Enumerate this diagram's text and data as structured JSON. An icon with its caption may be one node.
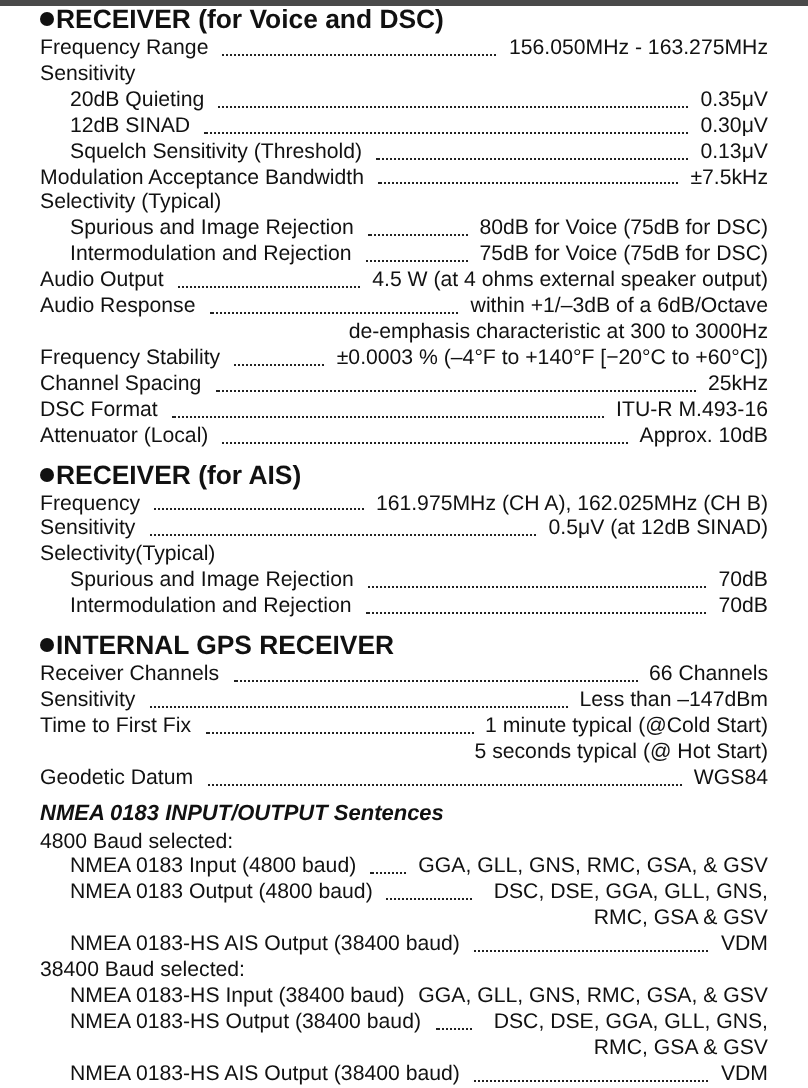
{
  "diagram": {
    "labels": [
      "RECEIVER (for Voice and DSC)",
      "Frequency Range",
      "156.050MHz - 163.275MHz",
      "Sensitivity",
      "20dB Quieting",
      "0.35μV",
      "12dB SINAD",
      "0.30μV",
      "Squelch Sensitivity (Threshold)",
      "0.13μV",
      "Modulation Acceptance Bandwidth",
      "±7.5kHz",
      "Selectivity (Typical)",
      "Spurious and Image Rejection",
      "80dB for Voice (75dB for DSC)",
      "Intermodulation and Rejection",
      "75dB for Voice (75dB for DSC)",
      "Audio Output",
      "4.5 W (at 4 ohms external speaker output)",
      "Audio Response",
      "within +1/–3dB of a 6dB/Octave",
      "de-emphasis characteristic at 300 to 3000Hz",
      "Frequency Stability",
      "±0.0003 % (–4°F to +140°F [−20°C to +60°C])",
      "Channel Spacing",
      "25kHz",
      "DSC Format",
      "ITU-R M.493-16",
      "Attenuator (Local)",
      "Approx. 10dB",
      "RECEIVER (for AIS)",
      "Frequency",
      "161.975MHz (CH A), 162.025MHz (CH B)",
      "Sensitivity",
      "0.5μV (at 12dB SINAD)",
      "Selectivity(Typical)",
      "Spurious and Image Rejection",
      "70dB",
      "Intermodulation and Rejection",
      "70dB",
      "INTERNAL GPS RECEIVER",
      "Receiver Channels",
      "66 Channels",
      "Sensitivity",
      "Less than –147dBm",
      "Time to First Fix",
      "1 minute typical (@Cold Start)",
      "5 seconds typical (@ Hot Start)",
      "Geodetic Datum",
      "WGS84",
      "NMEA 0183 INPUT/OUTPUT Sentences",
      "4800 Baud selected:",
      "NMEA 0183 Input (4800 baud)",
      "GGA, GLL, GNS, RMC, GSA, & GSV",
      "NMEA 0183 Output (4800 baud)",
      "DSC, DSE, GGA, GLL, GNS, RMC, GSA & GSV",
      "NMEA 0183-HS AIS Output (38400 baud)",
      "VDM",
      "38400 Baud selected:",
      "NMEA 0183-HS Input (38400 baud)",
      "GGA, GLL, GNS, RMC, GSA, & GSV",
      "NMEA 0183-HS Output (38400 baud)",
      "DSC, DSE, GGA, GLL, GNS, RMC, GSA & GSV",
      "NMEA 0183-HS AIS Output (38400 baud)",
      "VDM"
    ]
  }
}
